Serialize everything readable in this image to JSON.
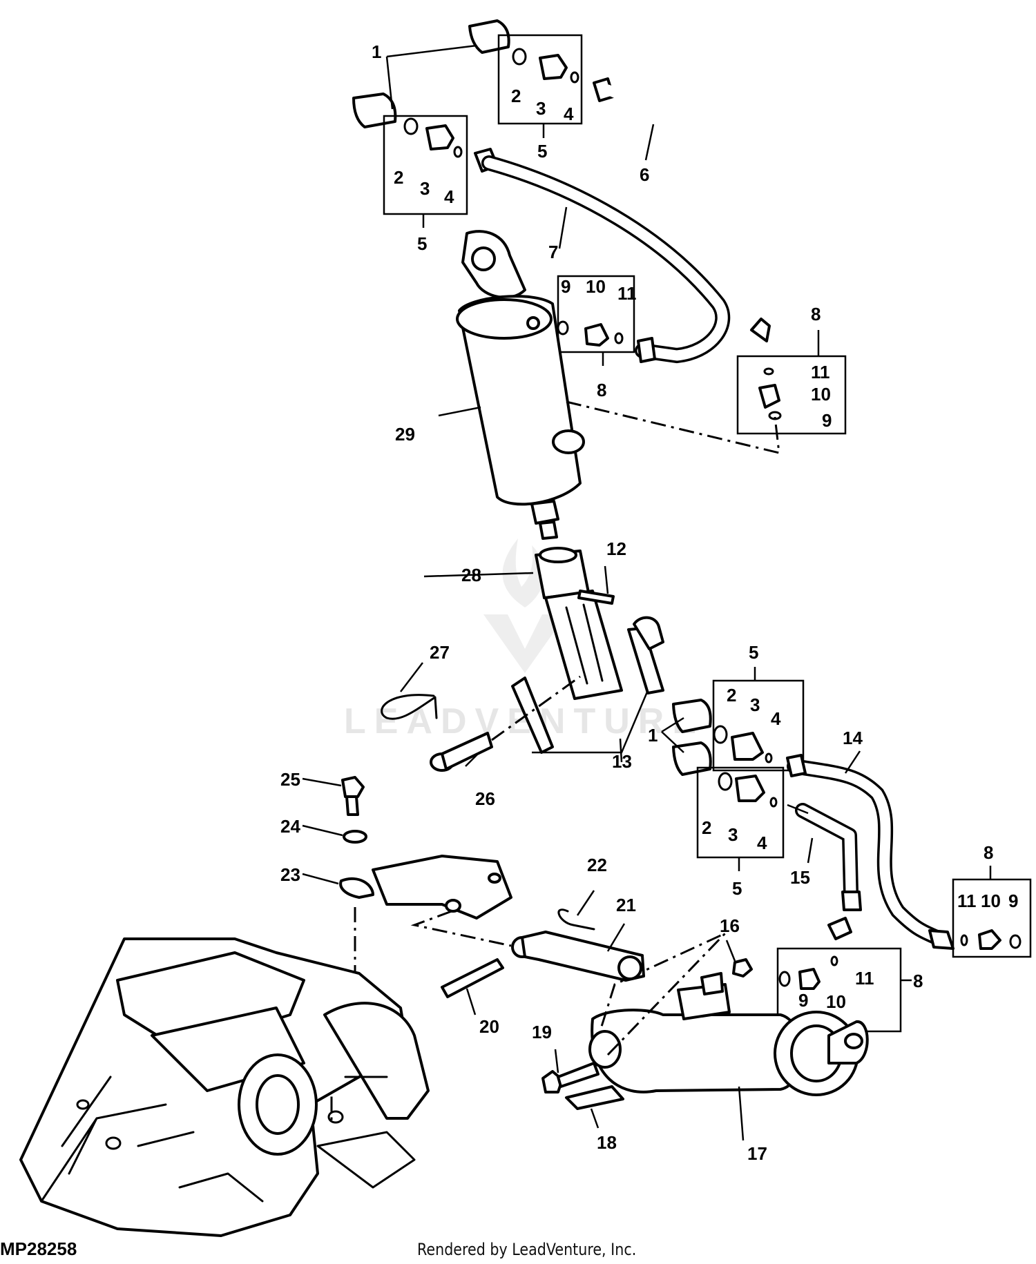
{
  "figure_id": "MP28258",
  "credit": "Rendered by LeadVenture, Inc.",
  "watermark": "LEADVENTURE",
  "callouts": {
    "c1a": "1",
    "c1b": "1",
    "c2a": "2",
    "c2b": "2",
    "c2c": "2",
    "c2d": "2",
    "c3a": "3",
    "c3b": "3",
    "c3c": "3",
    "c3d": "3",
    "c4a": "4",
    "c4b": "4",
    "c4c": "4",
    "c4d": "4",
    "c5a": "5",
    "c5b": "5",
    "c5c": "5",
    "c5d": "5",
    "c6": "6",
    "c7": "7",
    "c8a": "8",
    "c8b": "8",
    "c8c": "8",
    "c8d": "8",
    "c9a": "9",
    "c9b": "9",
    "c9c": "9",
    "c9d": "9",
    "c10a": "10",
    "c10b": "10",
    "c10c": "10",
    "c10d": "10",
    "c11a": "11",
    "c11b": "11",
    "c11c": "11",
    "c11d": "11",
    "c12": "12",
    "c13": "13",
    "c14": "14",
    "c15": "15",
    "c16": "16",
    "c17": "17",
    "c18": "18",
    "c19": "19",
    "c20": "20",
    "c21": "21",
    "c22": "22",
    "c23": "23",
    "c24": "24",
    "c25": "25",
    "c26": "26",
    "c27": "27",
    "c28": "28",
    "c29": "29"
  },
  "icons": {
    "hydraulic_cylinder": "hydraulic-cylinder-icon",
    "hose": "hose-icon",
    "fitting": "fitting-icon",
    "o_ring": "o-ring-icon",
    "transmission": "transmission-housing-icon",
    "logo": "leadventure-logo-icon"
  }
}
